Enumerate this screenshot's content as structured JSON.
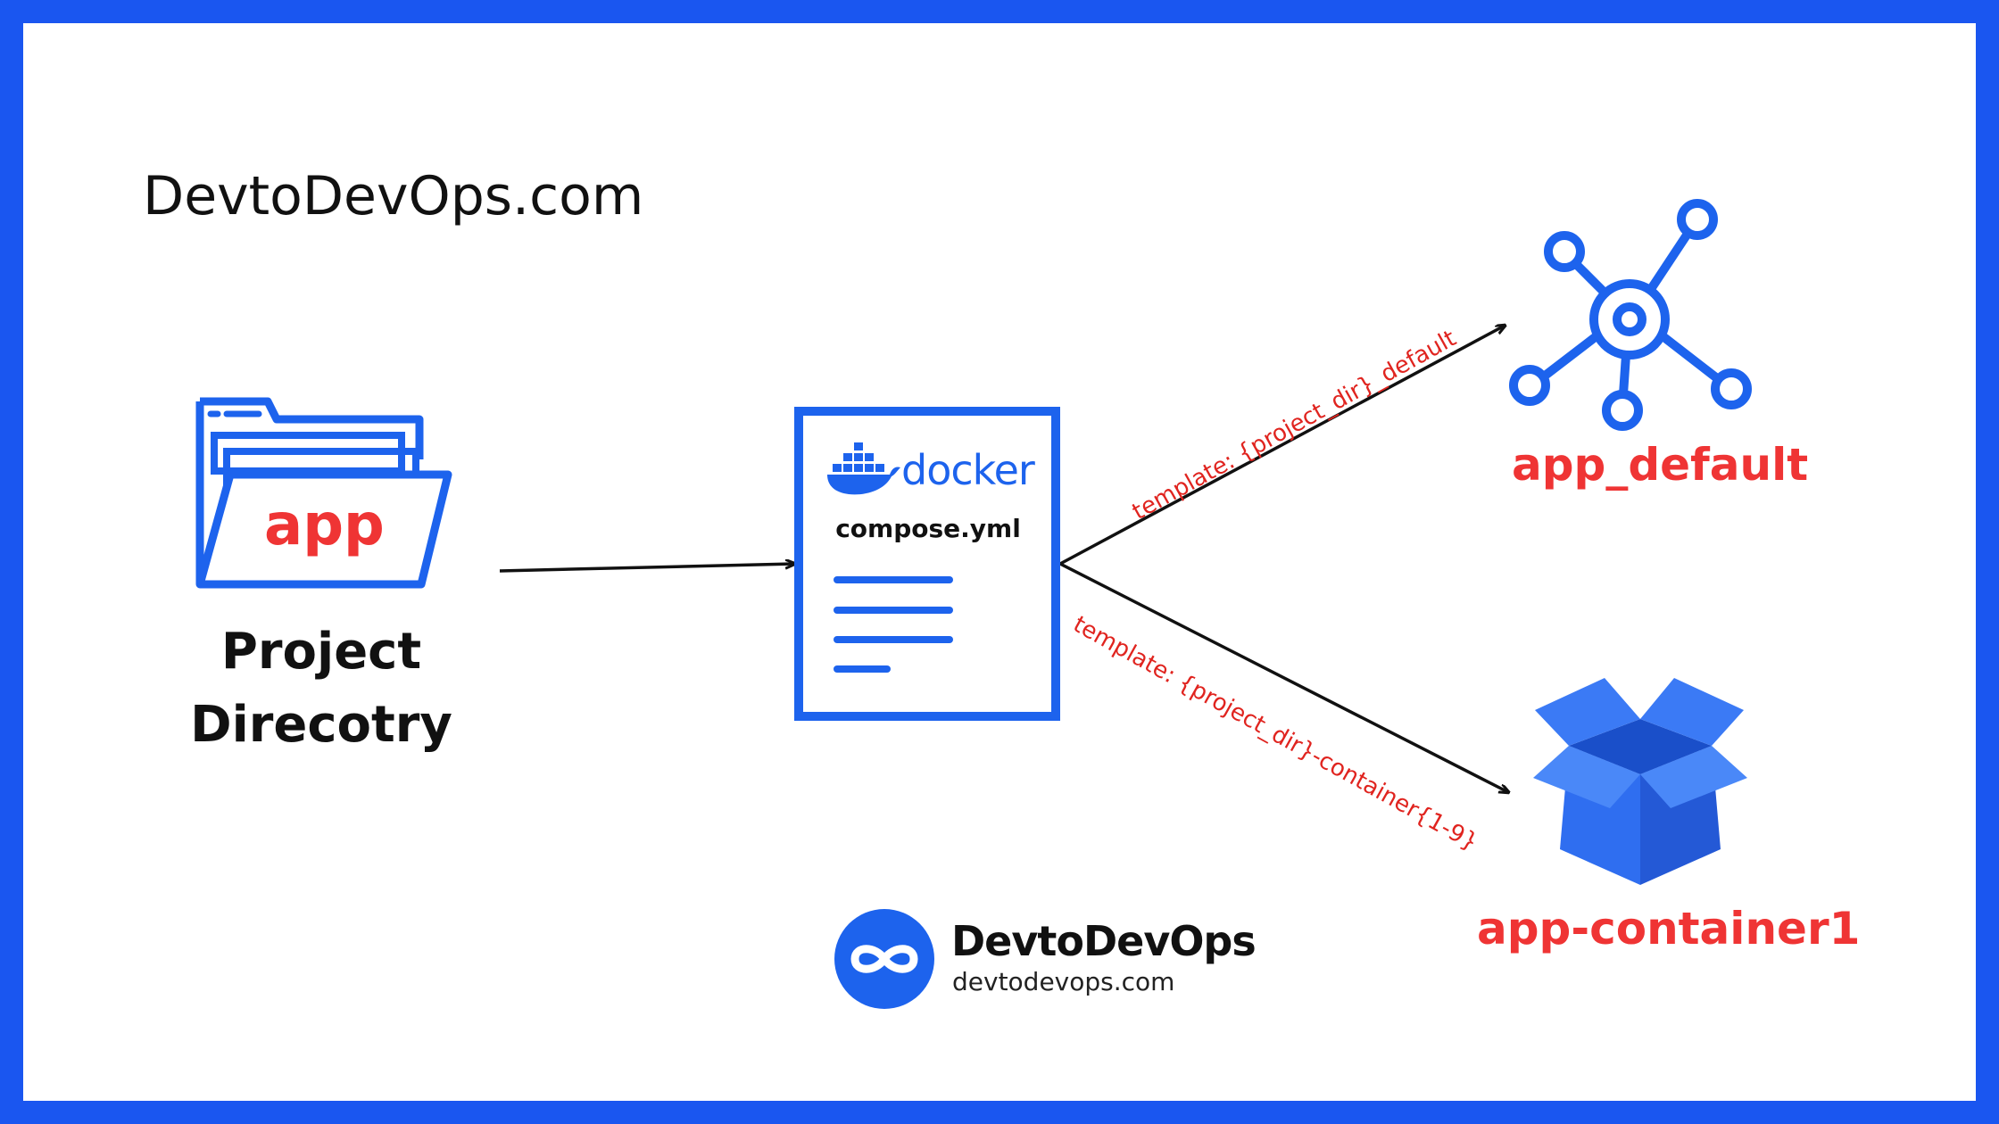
{
  "site_title": "DevtoDevOps.com",
  "folder": {
    "label": "app",
    "caption": "Project Direcotry"
  },
  "compose_file": {
    "brand": "docker",
    "filename": "compose.yml"
  },
  "templates": {
    "default": "template: {project_dir}_default",
    "container": "template: {project_dir}-container{1-9}"
  },
  "targets": {
    "network": {
      "label": "app_default",
      "icon": "network-hub-icon"
    },
    "container": {
      "label": "app-container1",
      "icon": "box-icon"
    }
  },
  "brand": {
    "name": "DevtoDevOps",
    "url": "devtodevops.com",
    "icon": "infinity-icon"
  },
  "colors": {
    "border": "#1a56f0",
    "accent": "#1d63ed",
    "label_red": "#ef3434",
    "template_red": "#e0241f"
  }
}
